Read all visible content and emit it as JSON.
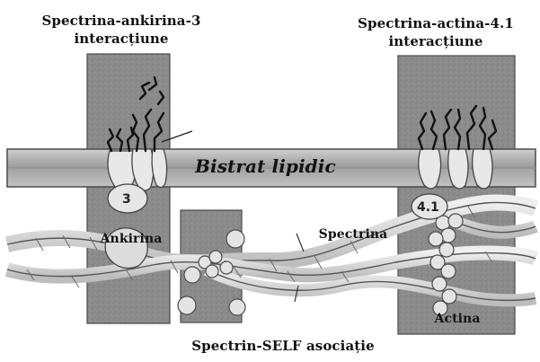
{
  "title_left": {
    "line1": "Spectrina-ankirina-3",
    "line2": "interacțiune"
  },
  "title_right": {
    "line1": "Spectrina-actina-4.1",
    "line2": "interacțiune"
  },
  "bilayer_label": "Bistrat lipidic",
  "labels": {
    "ankirina": "Ankirina",
    "spectrina": "Spectrina",
    "actina": "Actina",
    "protein_3": "3",
    "protein_41": "4.1"
  },
  "bottom_label": "Spectrin-SELF asociație"
}
